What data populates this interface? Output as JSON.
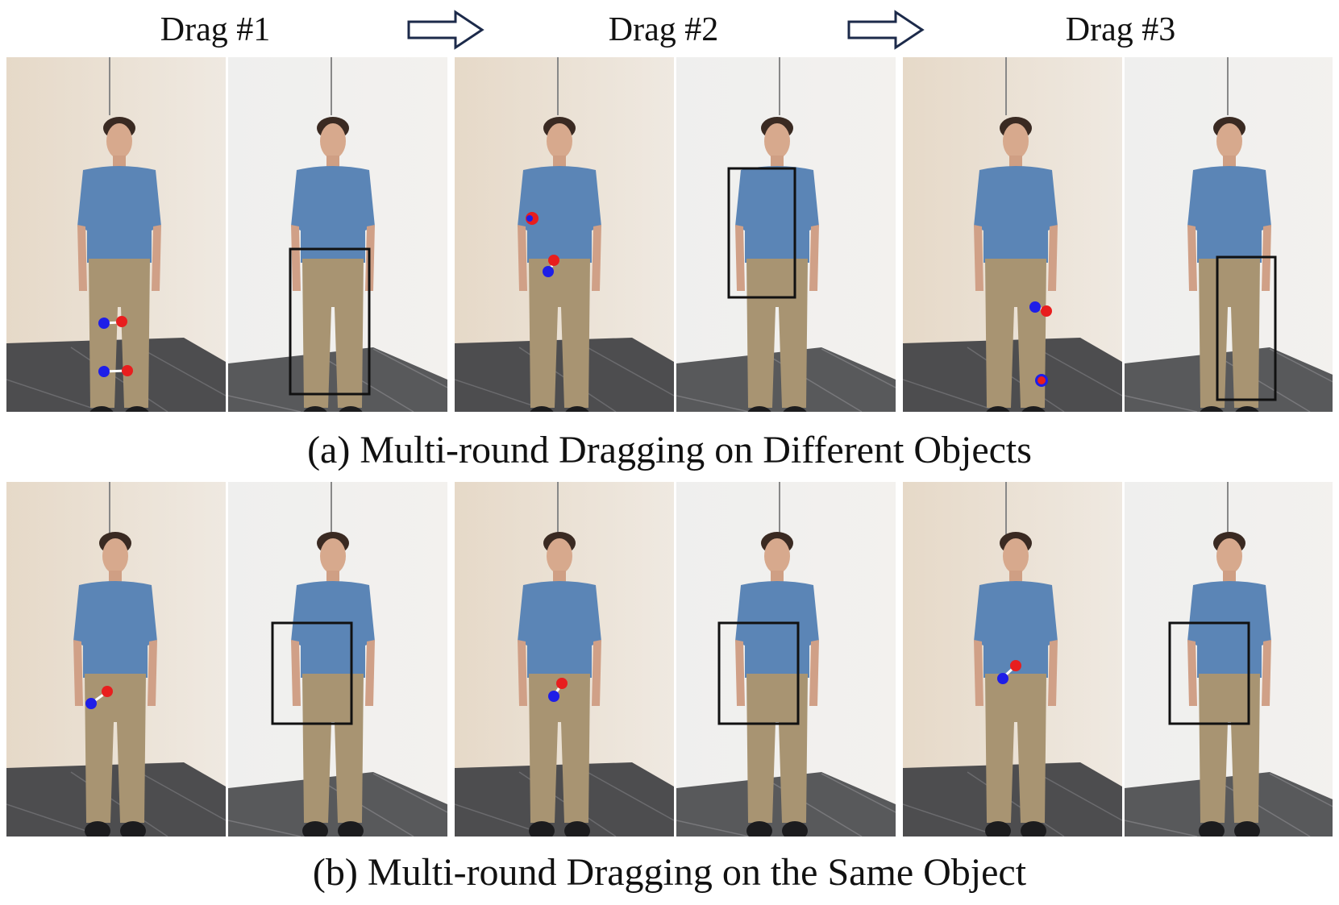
{
  "headers": [
    "Drag #1",
    "Drag #2",
    "Drag #3"
  ],
  "captions": {
    "a": "(a) Multi-round Dragging on Different Objects",
    "b": "(b) Multi-round Dragging on the Same Object"
  },
  "icons": {
    "flow": "right-arrow-icon"
  },
  "colors": {
    "handle_point": "#1e1ee8",
    "target_point": "#e81e1e",
    "drag_arrow": "#ffffff",
    "edit_box": "#111111",
    "shirt": "#5b85b6",
    "pants": "#a89472",
    "wall": "#ece7e0",
    "floor": "#4d4d4f"
  }
}
